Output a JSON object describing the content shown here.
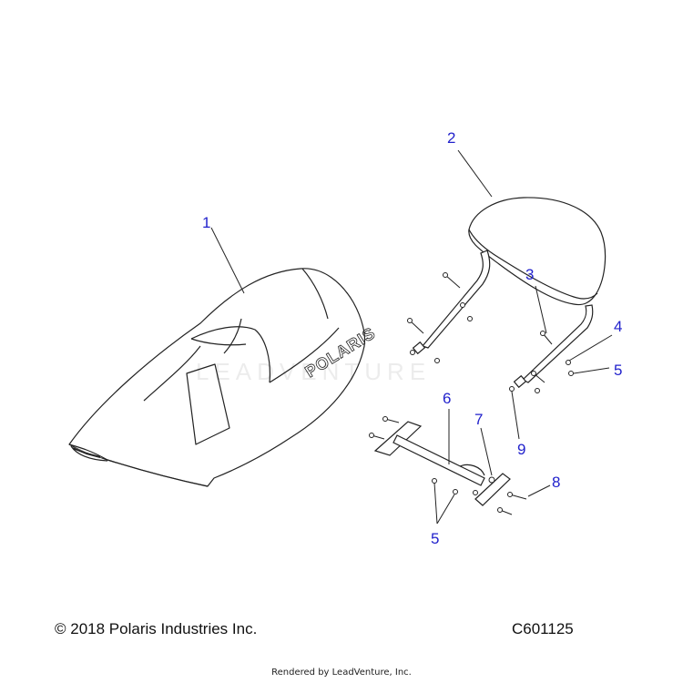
{
  "callouts": {
    "c1": "1",
    "c2": "2",
    "c3": "3",
    "c4": "4",
    "c5a": "5",
    "c6": "6",
    "c7": "7",
    "c8": "8",
    "c9": "9",
    "c5b": "5"
  },
  "seat_logo": "POLARIS",
  "watermark": "LEADVENTURE",
  "footer": {
    "copyright": "© 2018 Polaris Industries Inc.",
    "diagram_id": "C601125",
    "rendered_by": "Rendered by LeadVenture, Inc."
  },
  "colors": {
    "callout": "#2222cc",
    "line": "#222222"
  }
}
